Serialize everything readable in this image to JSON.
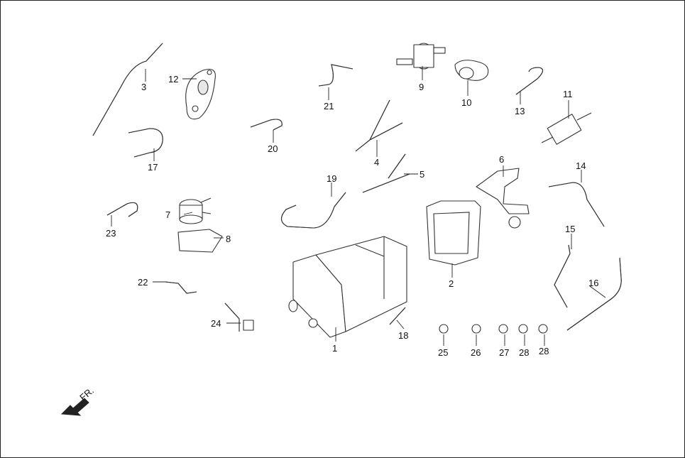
{
  "diagram": {
    "direction_label": "FR.",
    "callouts": [
      "1",
      "2",
      "3",
      "4",
      "5",
      "6",
      "7",
      "8",
      "9",
      "10",
      "11",
      "12",
      "13",
      "14",
      "15",
      "16",
      "17",
      "18",
      "19",
      "20",
      "21",
      "22",
      "23",
      "24",
      "25",
      "26",
      "27",
      "28",
      "28"
    ]
  }
}
